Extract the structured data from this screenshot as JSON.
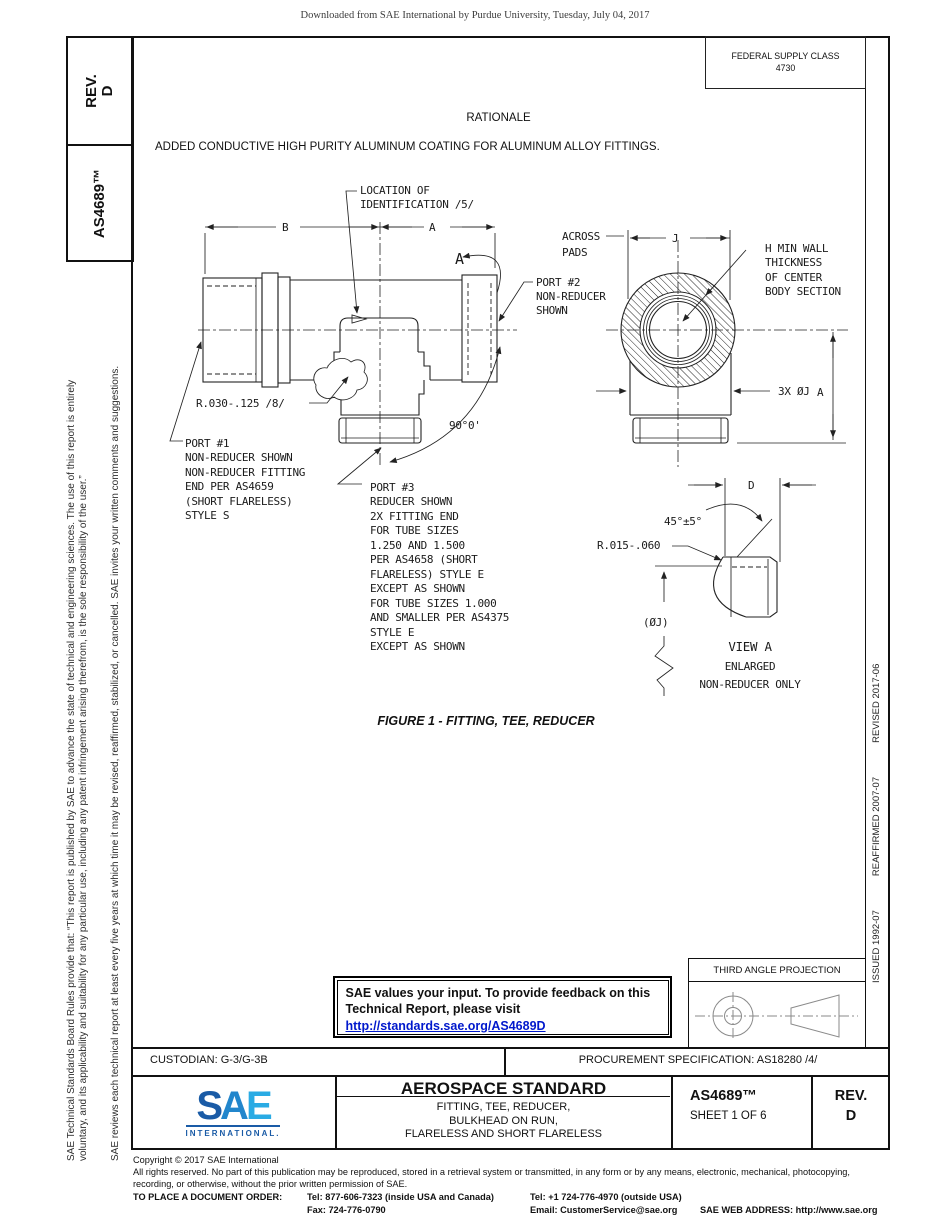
{
  "page": {
    "download_header": "Downloaded from SAE International by Purdue University, Tuesday, July 04, 2017"
  },
  "left_panel": {
    "rev_label": "REV.",
    "rev_value": "D",
    "doc_number": "AS4689™",
    "disclaimer_line1": "SAE Technical Standards Board Rules provide that: “This report is published by SAE to advance the state of technical and engineering sciences. The use of this report is entirely",
    "disclaimer_line2": "voluntary, and its applicability and suitability for any particular use, including any patent infringement arising therefrom, is the sole responsibility of the user.”",
    "review_note": "SAE reviews each technical report at least every five years at which time it may be revised, reaffirmed, stabilized, or cancelled. SAE invites your written comments and suggestions."
  },
  "right_panel": {
    "history": [
      "ISSUED 1992-07",
      "REAFFIRMED 2007-07",
      "REVISED 2017-06"
    ]
  },
  "header": {
    "fsc_label": "FEDERAL SUPPLY CLASS",
    "fsc_value": "4730",
    "rationale_title": "RATIONALE",
    "rationale_text": "ADDED CONDUCTIVE HIGH PURITY ALUMINUM COATING FOR ALUMINUM ALLOY FITTINGS."
  },
  "figure": {
    "caption": "FIGURE 1 - FITTING, TEE, REDUCER",
    "loc_id": [
      "LOCATION OF",
      "IDENTIFICATION /5/"
    ],
    "dim_b": "B",
    "dim_a": "A",
    "view_arrow_letter": "A",
    "port2": [
      "PORT #2",
      "NON-REDUCER",
      "SHOWN"
    ],
    "port1": [
      "PORT #1",
      "NON-REDUCER SHOWN",
      "NON-REDUCER FITTING",
      "END PER AS4659",
      "(SHORT FLARELESS)",
      "STYLE S"
    ],
    "port3": [
      "PORT #3",
      "REDUCER SHOWN",
      "2X FITTING END",
      "FOR TUBE SIZES",
      "1.250 AND 1.500",
      "PER AS4658 (SHORT",
      "FLARELESS) STYLE E",
      "EXCEPT AS SHOWN",
      "FOR TUBE SIZES 1.000",
      "AND SMALLER PER AS4375",
      "STYLE E",
      "EXCEPT AS SHOWN"
    ],
    "radius_note": "R.030-.125 /8/",
    "angle_90": "90°0'",
    "across_pads": [
      "ACROSS",
      "PADS"
    ],
    "dim_j": "J",
    "h_min": [
      "H MIN WALL",
      "THICKNESS",
      "OF CENTER",
      "BODY SECTION"
    ],
    "dim_3xoj": "3X ØJ",
    "dim_a_side": "A",
    "dim_d": "D",
    "angle_45": "45°±5°",
    "radius_note2": "R.015-.060",
    "oj_ref": "(ØJ)",
    "view_a": [
      "VIEW A",
      "ENLARGED",
      "NON-REDUCER ONLY"
    ]
  },
  "feedback": {
    "line1": "SAE values your input. To provide feedback on this",
    "line2": "Technical Report, please visit",
    "link": "http://standards.sae.org/AS4689D"
  },
  "projection": {
    "label": "THIRD ANGLE PROJECTION"
  },
  "title_block": {
    "custodian": "CUSTODIAN: G-3/G-3B",
    "procurement": "PROCUREMENT SPECIFICATION: AS18280 /4/",
    "logo_s": "S",
    "logo_a": "A",
    "logo_e": "E",
    "logo_subtext": "INTERNATIONAL.",
    "standard_type": "AEROSPACE STANDARD",
    "subtitle_line1": "FITTING, TEE, REDUCER,",
    "subtitle_line2": "BULKHEAD ON RUN,",
    "subtitle_line3": "FLARELESS AND SHORT FLARELESS",
    "doc_number": "AS4689™",
    "sheet": "SHEET 1 OF 6",
    "rev_label": "REV.",
    "rev_value": "D"
  },
  "footer": {
    "copyright": "Copyright © 2017 SAE International",
    "rights1": "All rights reserved. No part of this publication may be reproduced, stored in a retrieval system or transmitted, in any form or by any means, electronic, mechanical, photocopying,",
    "rights2": "recording, or otherwise, without the prior written permission of SAE.",
    "order_label": "TO PLACE A DOCUMENT ORDER:",
    "tel_inside": "Tel: 877-606-7323 (inside USA and Canada)",
    "tel_outside": "Tel: +1 724-776-4970 (outside USA)",
    "fax": "Fax: 724-776-0790",
    "email": "Email: CustomerService@sae.org",
    "web": "SAE WEB ADDRESS: http://www.sae.org"
  },
  "colors": {
    "link_blue": "#0018cc",
    "logo_dark_blue": "#1a5ba6",
    "logo_mid_blue": "#2286cc",
    "logo_light_blue": "#2aabe4"
  }
}
